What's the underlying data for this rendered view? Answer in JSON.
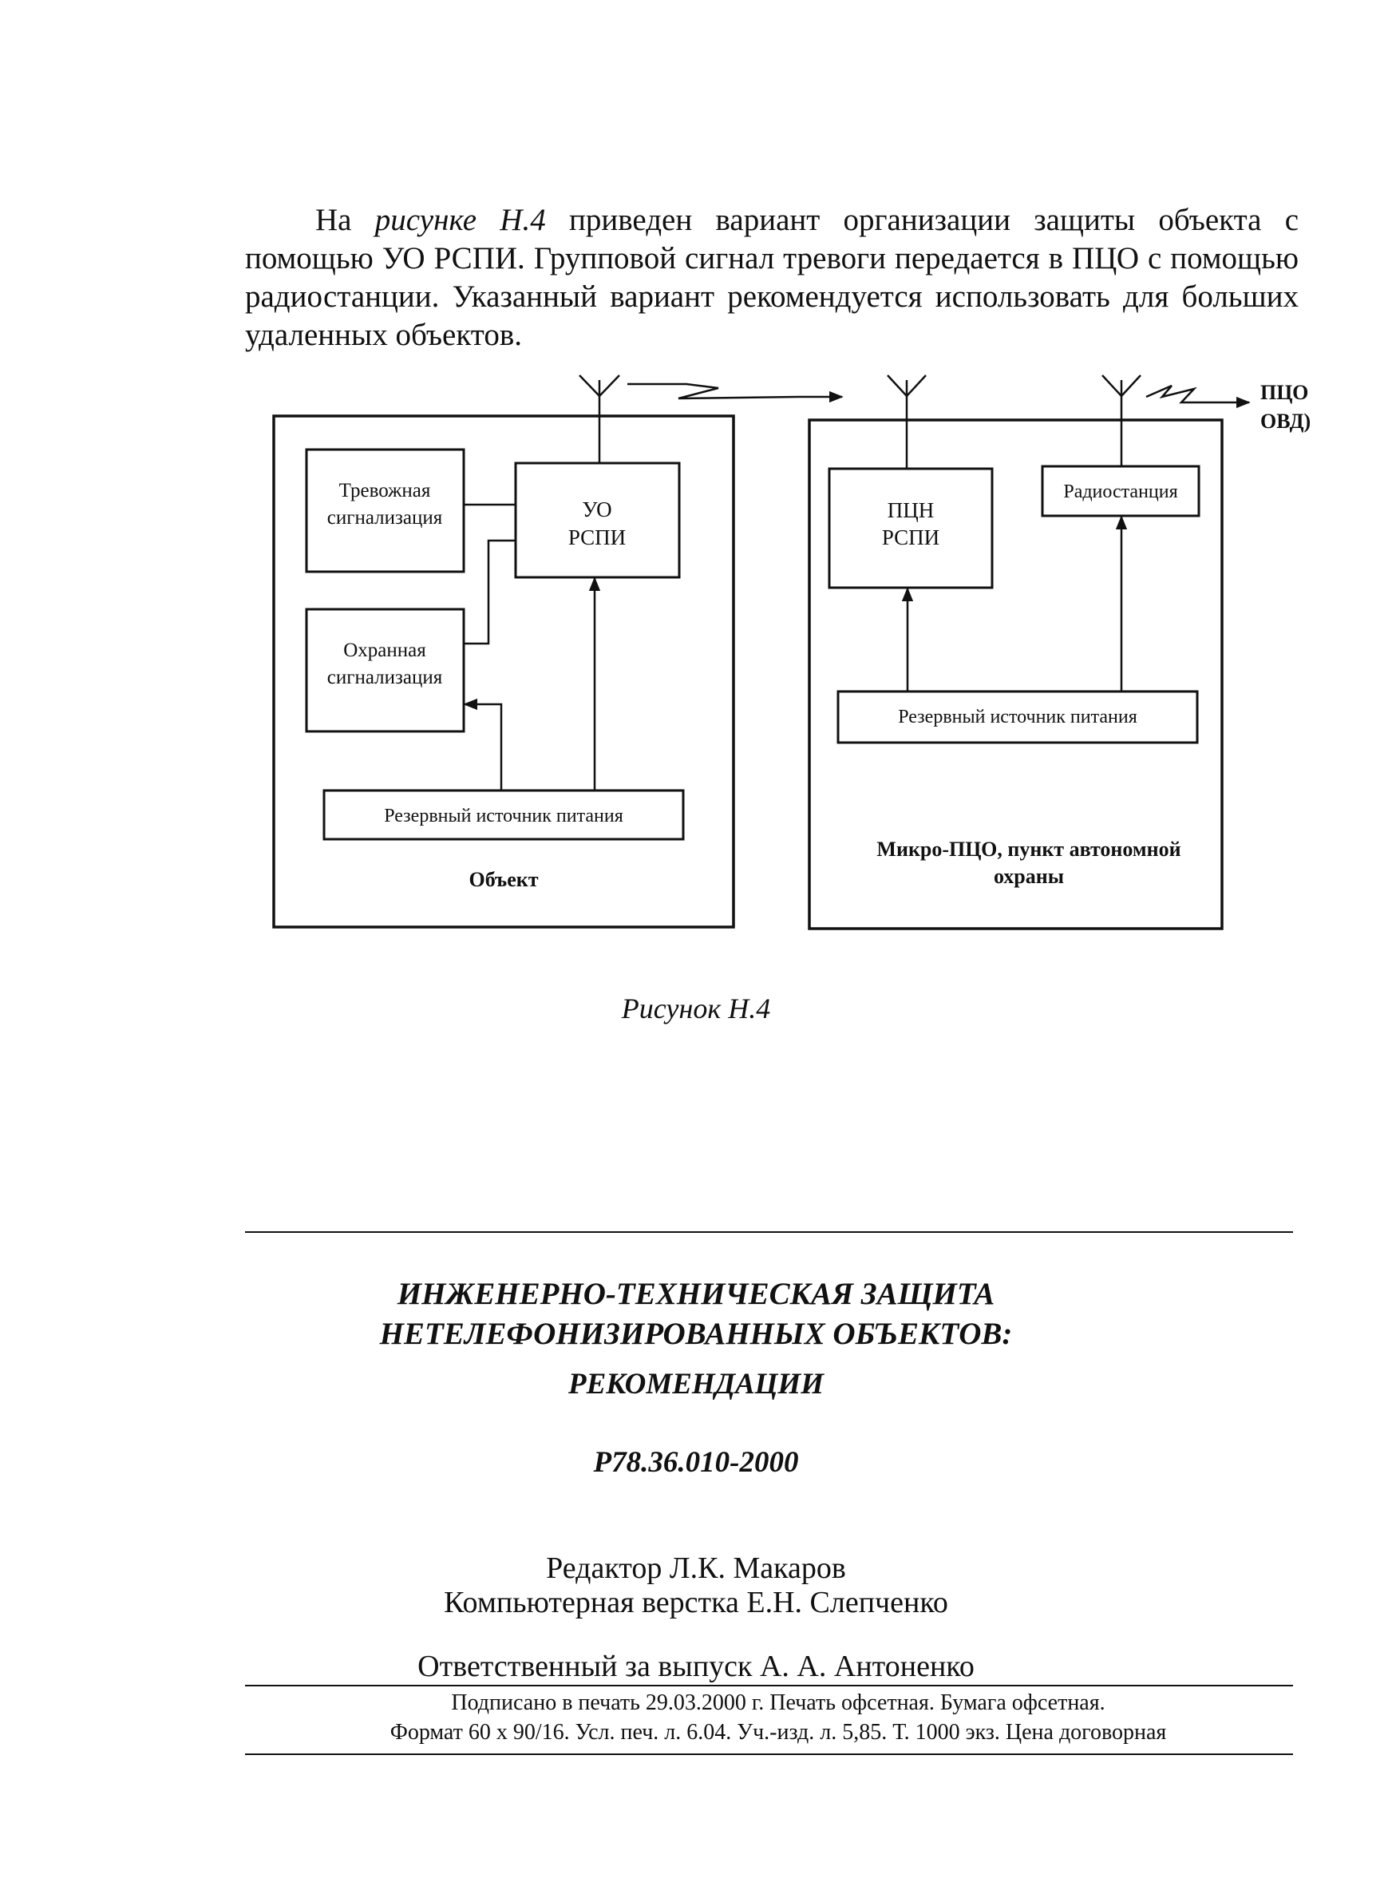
{
  "intro": {
    "p1_start": "На ",
    "p1_ref": "рисунке Н.4",
    "p1_rest": " приведен вариант организации защиты объекта с помощью УО РСПИ. Групповой сигнал тревоги передается в ПЦО с помощью радиостанции. Указанный вариант рекомендуется использовать для больших удаленных объектов."
  },
  "diagram": {
    "object_block": {
      "label": "Объект",
      "alarm_box": [
        "Тревожная",
        "сигнализация"
      ],
      "security_box": [
        "Охранная",
        "сигнализация"
      ],
      "uo_box": [
        "УО",
        "РСПИ"
      ],
      "power_box": "Резервный источник питания"
    },
    "micro_block": {
      "label": [
        "Микро-ПЦО, пункт автономной",
        "охраны"
      ],
      "pcn_box": [
        "ПЦН",
        "РСПИ"
      ],
      "radio_box": "Радиостанция",
      "power_box": "Резервный источник питания"
    },
    "destination": [
      "ПЦО",
      "ОВД)"
    ]
  },
  "caption": "Рисунок Н.4",
  "publication": {
    "title_line1": "ИНЖЕНЕРНО-ТЕХНИЧЕСКАЯ ЗАЩИТА",
    "title_line2": "НЕТЕЛЕФОНИЗИРОВАННЫХ ОБЪЕКТОВ:",
    "subtitle": "РЕКОМЕНДАЦИИ",
    "code": "Р78.36.010-2000",
    "editor": "Редактор Л.К. Макаров",
    "layout": "Компьютерная верстка Е.Н. Слепченко",
    "responsible": "Ответственный за выпуск А. А. Антоненко",
    "imprint_line1": "Подписано в печать 29.03.2000 г. Печать офсетная. Бумага офсетная.",
    "imprint_line2": "Формат 60 х 90/16. Усл. печ. л. 6.04. Уч.-изд. л. 5,85. Т. 1000 экз. Цена договорная"
  }
}
